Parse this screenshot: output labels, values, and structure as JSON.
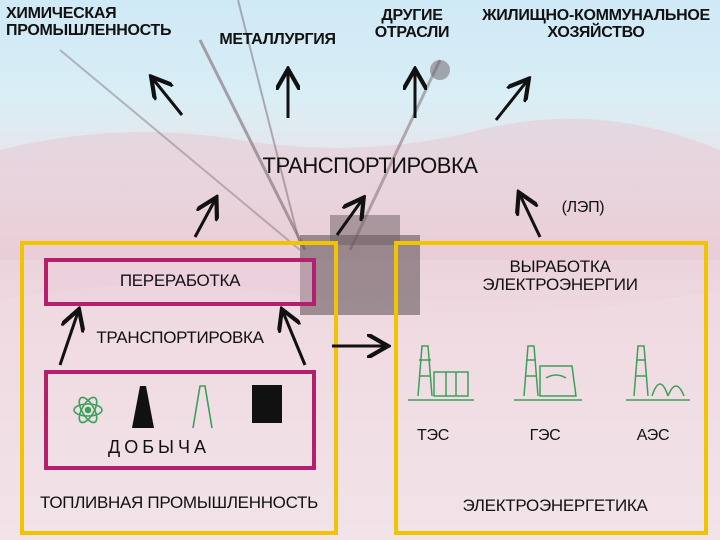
{
  "sectors": {
    "chemical": "ХИМИЧЕСКАЯ\nПРОМЫШЛЕННОСТЬ",
    "metallurgy": "МЕТАЛЛУРГИЯ",
    "other": "ДРУГИЕ\nОТРАСЛИ",
    "housing": "ЖИЛИЩНО-КОММУНАЛЬНОЕ\nХОЗЯЙСТВО"
  },
  "transport_main": "ТРАНСПОРТИРОВКА",
  "lep": "(ЛЭП)",
  "fuel": {
    "processing": "ПЕРЕРАБОТКА",
    "transport": "ТРАНСПОРТИРОВКА",
    "extraction": "ДОБЫЧА",
    "title": "ТОПЛИВНАЯ ПРОМЫШЛЕННОСТЬ"
  },
  "energy": {
    "generation": "ВЫРАБОТКА\nЭЛЕКТРОЭНЕРГИИ",
    "plants": [
      "ТЭС",
      "ГЭС",
      "АЭС"
    ],
    "title": "ЭЛЕКТРОЭНЕРГЕТИКА"
  },
  "colors": {
    "yellow_frame": "#f2c400",
    "magenta_frame": "#b4206e",
    "green_icon": "#3aa05a",
    "arrow": "#111111"
  },
  "icons": [
    "atom-icon",
    "oil-derrick-icon",
    "gas-derrick-icon",
    "coal-block-icon",
    "thermal-plant-icon",
    "hydro-plant-icon",
    "nuclear-plant-icon"
  ]
}
